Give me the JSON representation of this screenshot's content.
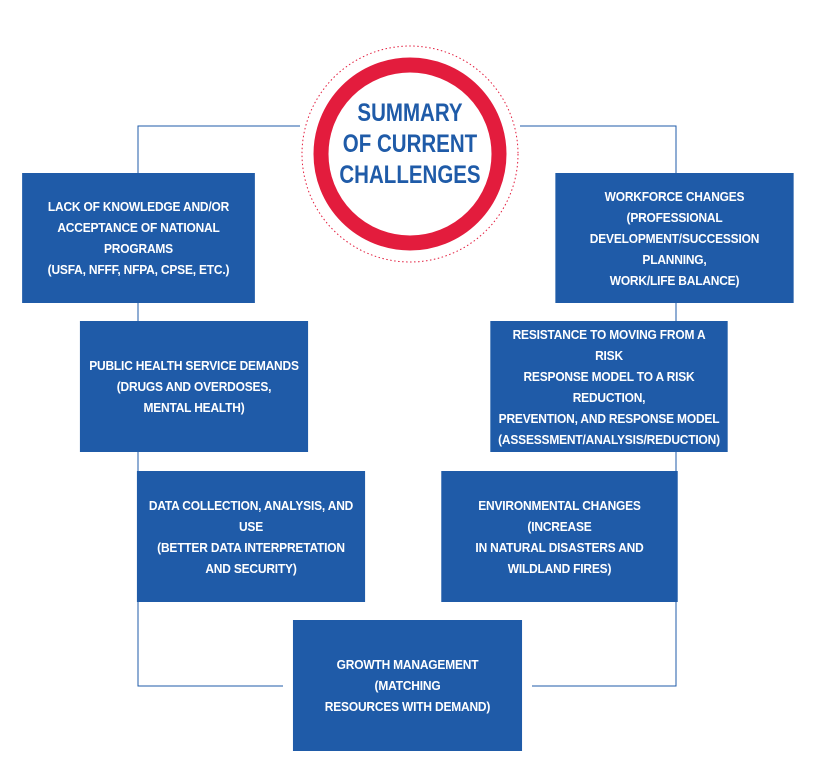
{
  "diagram": {
    "center_title": "SUMMARY\nOF CURRENT\nCHALLENGES",
    "challenges": [
      "LACK OF KNOWLEDGE AND/OR\nACCEPTANCE OF NATIONAL PROGRAMS\n(USFA, NFFF, NFPA, CPSE, ETC.)",
      "WORKFORCE CHANGES (PROFESSIONAL\nDEVELOPMENT/SUCCESSION PLANNING,\nWORK/LIFE BALANCE)",
      "PUBLIC HEALTH SERVICE DEMANDS\n(DRUGS AND OVERDOSES,\nMENTAL HEALTH)",
      "RESISTANCE TO MOVING FROM A RISK\nRESPONSE MODEL TO A RISK REDUCTION,\nPREVENTION, AND RESPONSE MODEL\n(ASSESSMENT/ANALYSIS/REDUCTION)",
      "DATA COLLECTION, ANALYSIS, AND USE\n(BETTER DATA INTERPRETATION\nAND SECURITY)",
      "ENVIRONMENTAL CHANGES (INCREASE\nIN NATURAL DISASTERS AND\nWILDLAND FIRES)",
      "GROWTH MANAGEMENT (MATCHING\nRESOURCES WITH DEMAND)"
    ],
    "colors": {
      "box_fill": "#1f5ba8",
      "ring": "#e31c3d",
      "connector": "#1f5ba8",
      "text": "#ffffff"
    }
  }
}
